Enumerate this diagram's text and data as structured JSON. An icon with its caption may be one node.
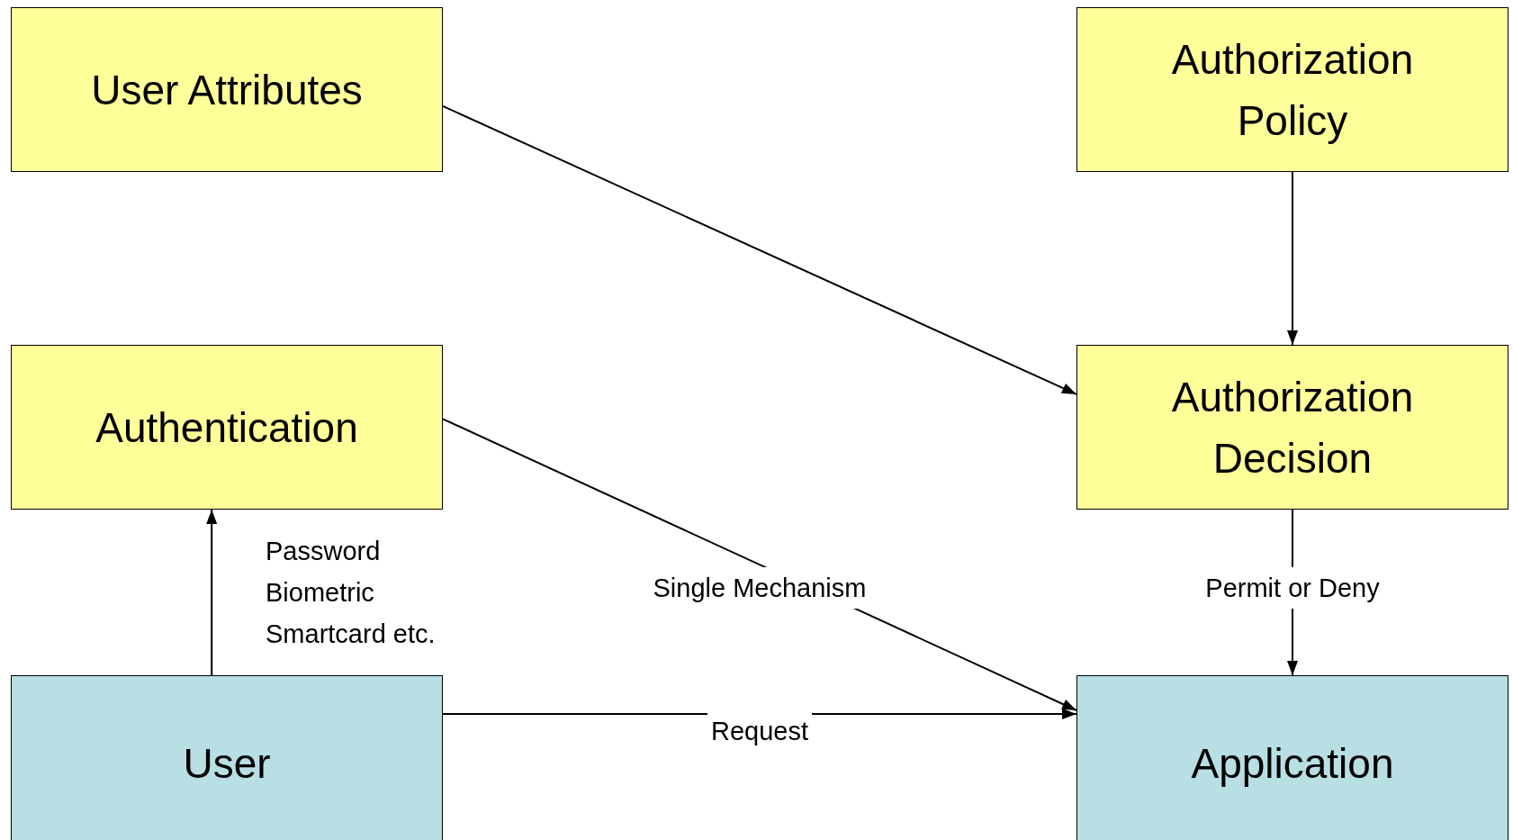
{
  "diagram": {
    "nodes": [
      {
        "text": [
          "User Attributes"
        ]
      },
      {
        "text": [
          "Authorization Policy"
        ]
      },
      {
        "text": [
          "Authentication"
        ]
      },
      {
        "text": [
          "Authorization Decision"
        ]
      },
      {
        "text": [
          "User"
        ]
      },
      {
        "text": [
          "Application"
        ]
      }
    ],
    "edges": [
      {
        "from": 0,
        "to": 3,
        "arrow": "to"
      },
      {
        "from": 1,
        "to": 3,
        "arrow": "to"
      },
      {
        "from": 2,
        "to": 5,
        "arrow": "to",
        "label": "Single Mechanism"
      },
      {
        "from": 3,
        "to": 5,
        "arrow": "to",
        "label": "Permit or Deny"
      },
      {
        "from": 4,
        "to": 2,
        "arrow": "to",
        "label": "Password Biometric Smartcard etc."
      },
      {
        "from": 4,
        "to": 5,
        "arrow": "to",
        "label": "Request"
      }
    ]
  }
}
